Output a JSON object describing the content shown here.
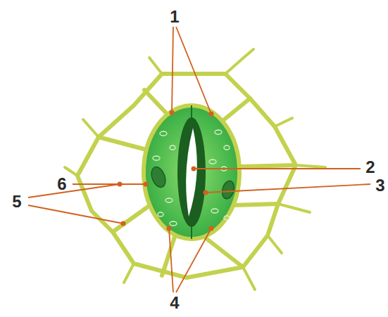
{
  "diagram": {
    "labels": [
      "1",
      "2",
      "6",
      "3",
      "5",
      "4"
    ]
  }
}
